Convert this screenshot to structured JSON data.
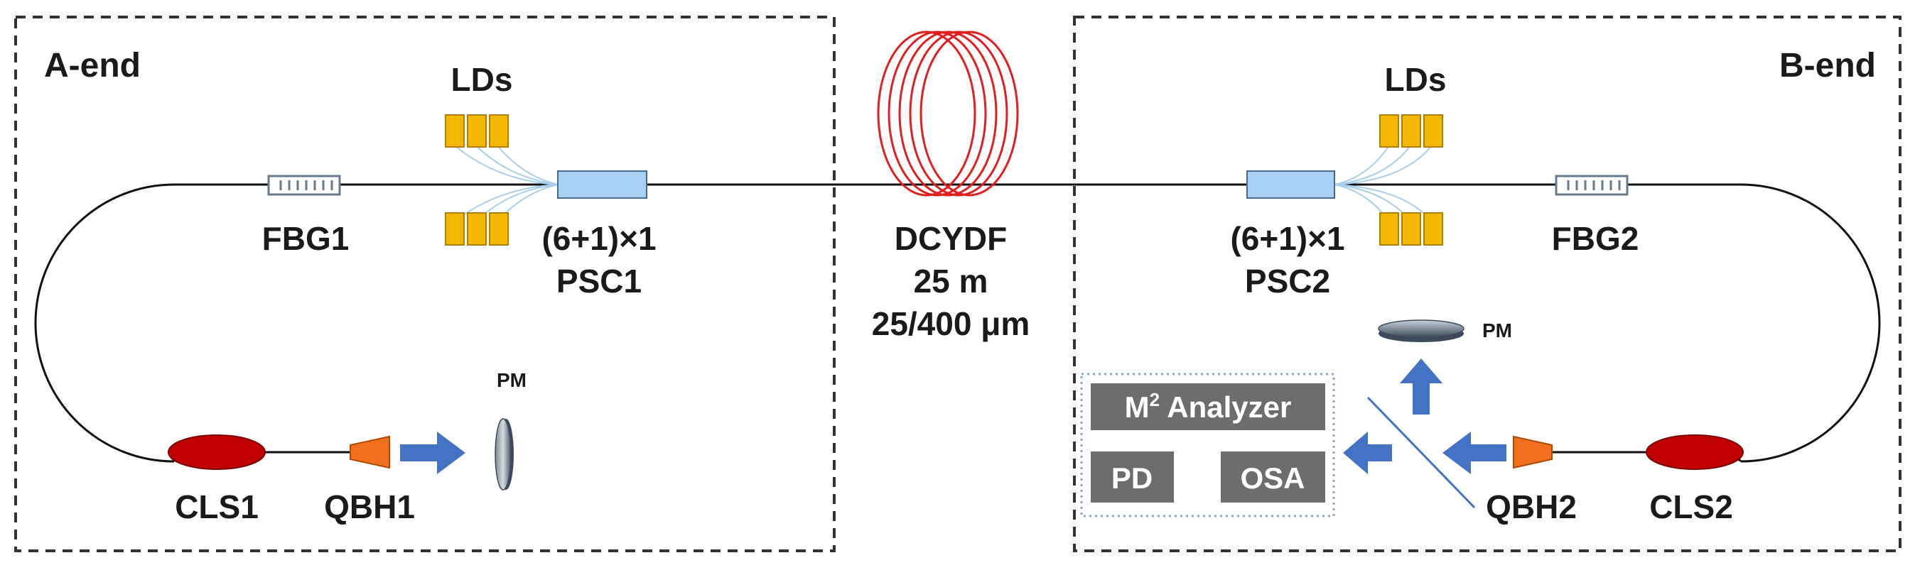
{
  "sections": {
    "a_end": "A-end",
    "b_end": "B-end"
  },
  "labels": {
    "lds_a": "LDs",
    "lds_b": "LDs",
    "fbg1": "FBG1",
    "fbg2": "FBG2",
    "psc1_line1": "(6+1)×1",
    "psc1_line2": "PSC1",
    "psc2_line1": "(6+1)×1",
    "psc2_line2": "PSC2",
    "fiber_name": "DCYDF",
    "fiber_length": "25 m",
    "fiber_core": "25/400 μm",
    "pm_a": "PM",
    "pm_b": "PM",
    "cls1": "CLS1",
    "cls2": "CLS2",
    "qbh1": "QBH1",
    "qbh2": "QBH2"
  },
  "instruments": {
    "m2_prefix": "M",
    "m2_sup": "2",
    "m2_rest": " Analyzer",
    "pd": "PD",
    "osa": "OSA"
  },
  "colors": {
    "ld": "#f5b800",
    "psc": "#a8d0f5",
    "cls": "#c00000",
    "qbh": "#f07020",
    "arrow": "#4472c4",
    "fiber_coil": "#e02020",
    "instrument": "#6d6d6d",
    "pump_fiber": "#a9cfea"
  }
}
